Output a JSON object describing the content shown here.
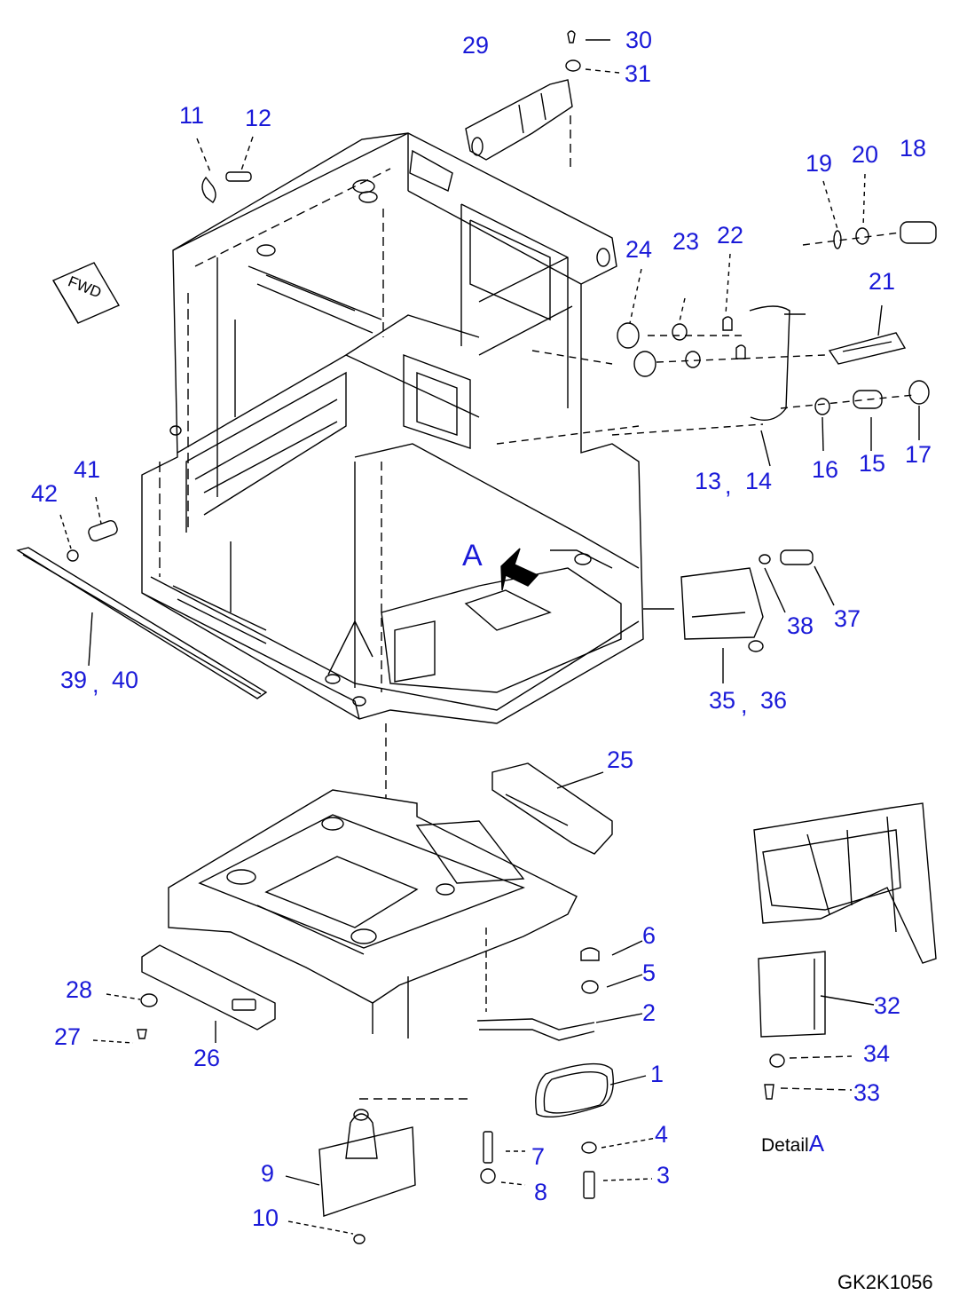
{
  "figure_code": "GK2K1056",
  "view_marker": "A",
  "detail_label": {
    "word": "Detail",
    "letter": "A"
  },
  "fwd_label": "FWD",
  "separator": ",",
  "callouts": {
    "c1": "1",
    "c2": "2",
    "c3": "3",
    "c4": "4",
    "c5": "5",
    "c6": "6",
    "c7": "7",
    "c8": "8",
    "c9": "9",
    "c10": "10",
    "c11": "11",
    "c12": "12",
    "c13": "13",
    "c14": "14",
    "c15": "15",
    "c16": "16",
    "c17": "17",
    "c18": "18",
    "c19": "19",
    "c20": "20",
    "c21": "21",
    "c22": "22",
    "c23": "23",
    "c24": "24",
    "c25": "25",
    "c26": "26",
    "c27": "27",
    "c28": "28",
    "c29": "29",
    "c30": "30",
    "c31": "31",
    "c32": "32",
    "c33": "33",
    "c34": "34",
    "c35": "35",
    "c36": "36",
    "c37": "37",
    "c38": "38",
    "c39": "39",
    "c40": "40",
    "c41": "41",
    "c42": "42"
  },
  "colors": {
    "callout": "#1a1ad8",
    "linework": "#000000",
    "background": "#ffffff"
  }
}
